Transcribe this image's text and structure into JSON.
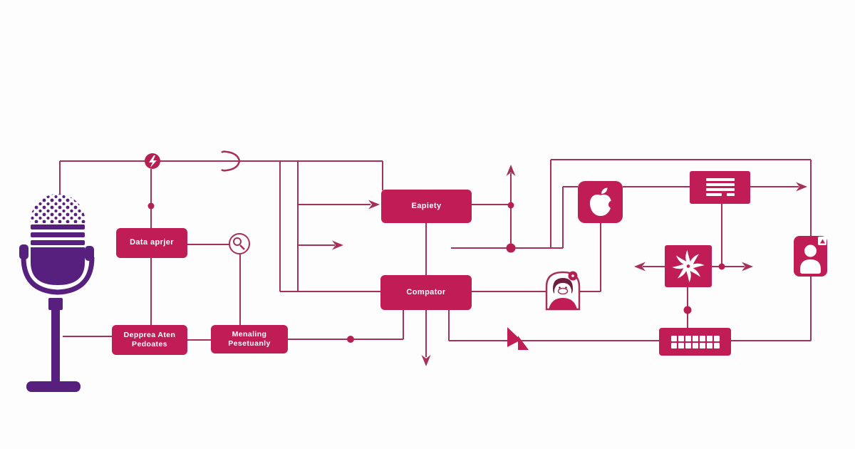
{
  "diagram": {
    "colors": {
      "line": "#a63156",
      "box": "#c01d56",
      "node": "#b61f52",
      "mic": "#571f7e",
      "bg": "#fdfdfd",
      "white": "#ffffff",
      "avatar_hair": "#6e1f3e"
    },
    "boxes": {
      "data_analyzer": {
        "label": "Data aprjer"
      },
      "deprivation": {
        "line1": "Depprea Aten",
        "line2": "Pedoates"
      },
      "penalty": {
        "line1": "Menaling",
        "line2": "Pesetuanly"
      },
      "expiety": {
        "label": "Eapiety"
      },
      "comparator": {
        "label": "Compator"
      }
    },
    "icons": {
      "microphone": "microphone",
      "flow_node": "circle-bolt-node",
      "chevron": "open-chevron-arrow",
      "magnifier": "magnifying-glass",
      "apple": "apple-logo",
      "document": "document-text-lines",
      "avatar": "person-portrait-badge",
      "starburst": "pinwheel-star",
      "cursor": "mouse-pointer",
      "keyboard": "keyboard-keys",
      "person_card": "user-card-alert"
    }
  }
}
